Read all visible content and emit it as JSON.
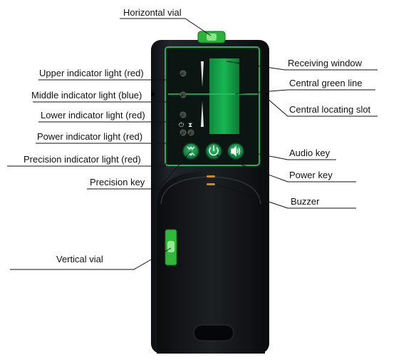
{
  "labels": {
    "horizontal_vial": "Horizontal vial",
    "upper_indicator": "Upper indicator light (red)",
    "middle_indicator": "Middle indicator light (blue)",
    "lower_indicator": "Lower indicator light (red)",
    "power_indicator": "Power indicator light (red)",
    "precision_indicator": "Precision indicator light (red)",
    "precision_key": "Precision key",
    "vertical_vial": "Vertical vial",
    "receiving_window": "Receiving window",
    "central_green_line": "Central green line",
    "central_locating_slot": "Central locating slot",
    "audio_key": "Audio key",
    "power_key": "Power key",
    "buzzer": "Buzzer"
  },
  "colors": {
    "body": "#161a1c",
    "body_edge": "#2a2f33",
    "panel_bg": "#0c1512",
    "panel_border": "#1fb35a",
    "window": "#12a046",
    "vial": "#35c23f",
    "led": "#3b463f",
    "button": "#1a8c4a"
  },
  "icons": {
    "power_key": "power-icon",
    "audio_key": "speaker-icon",
    "precision_key": "precision-arrows-icon"
  }
}
